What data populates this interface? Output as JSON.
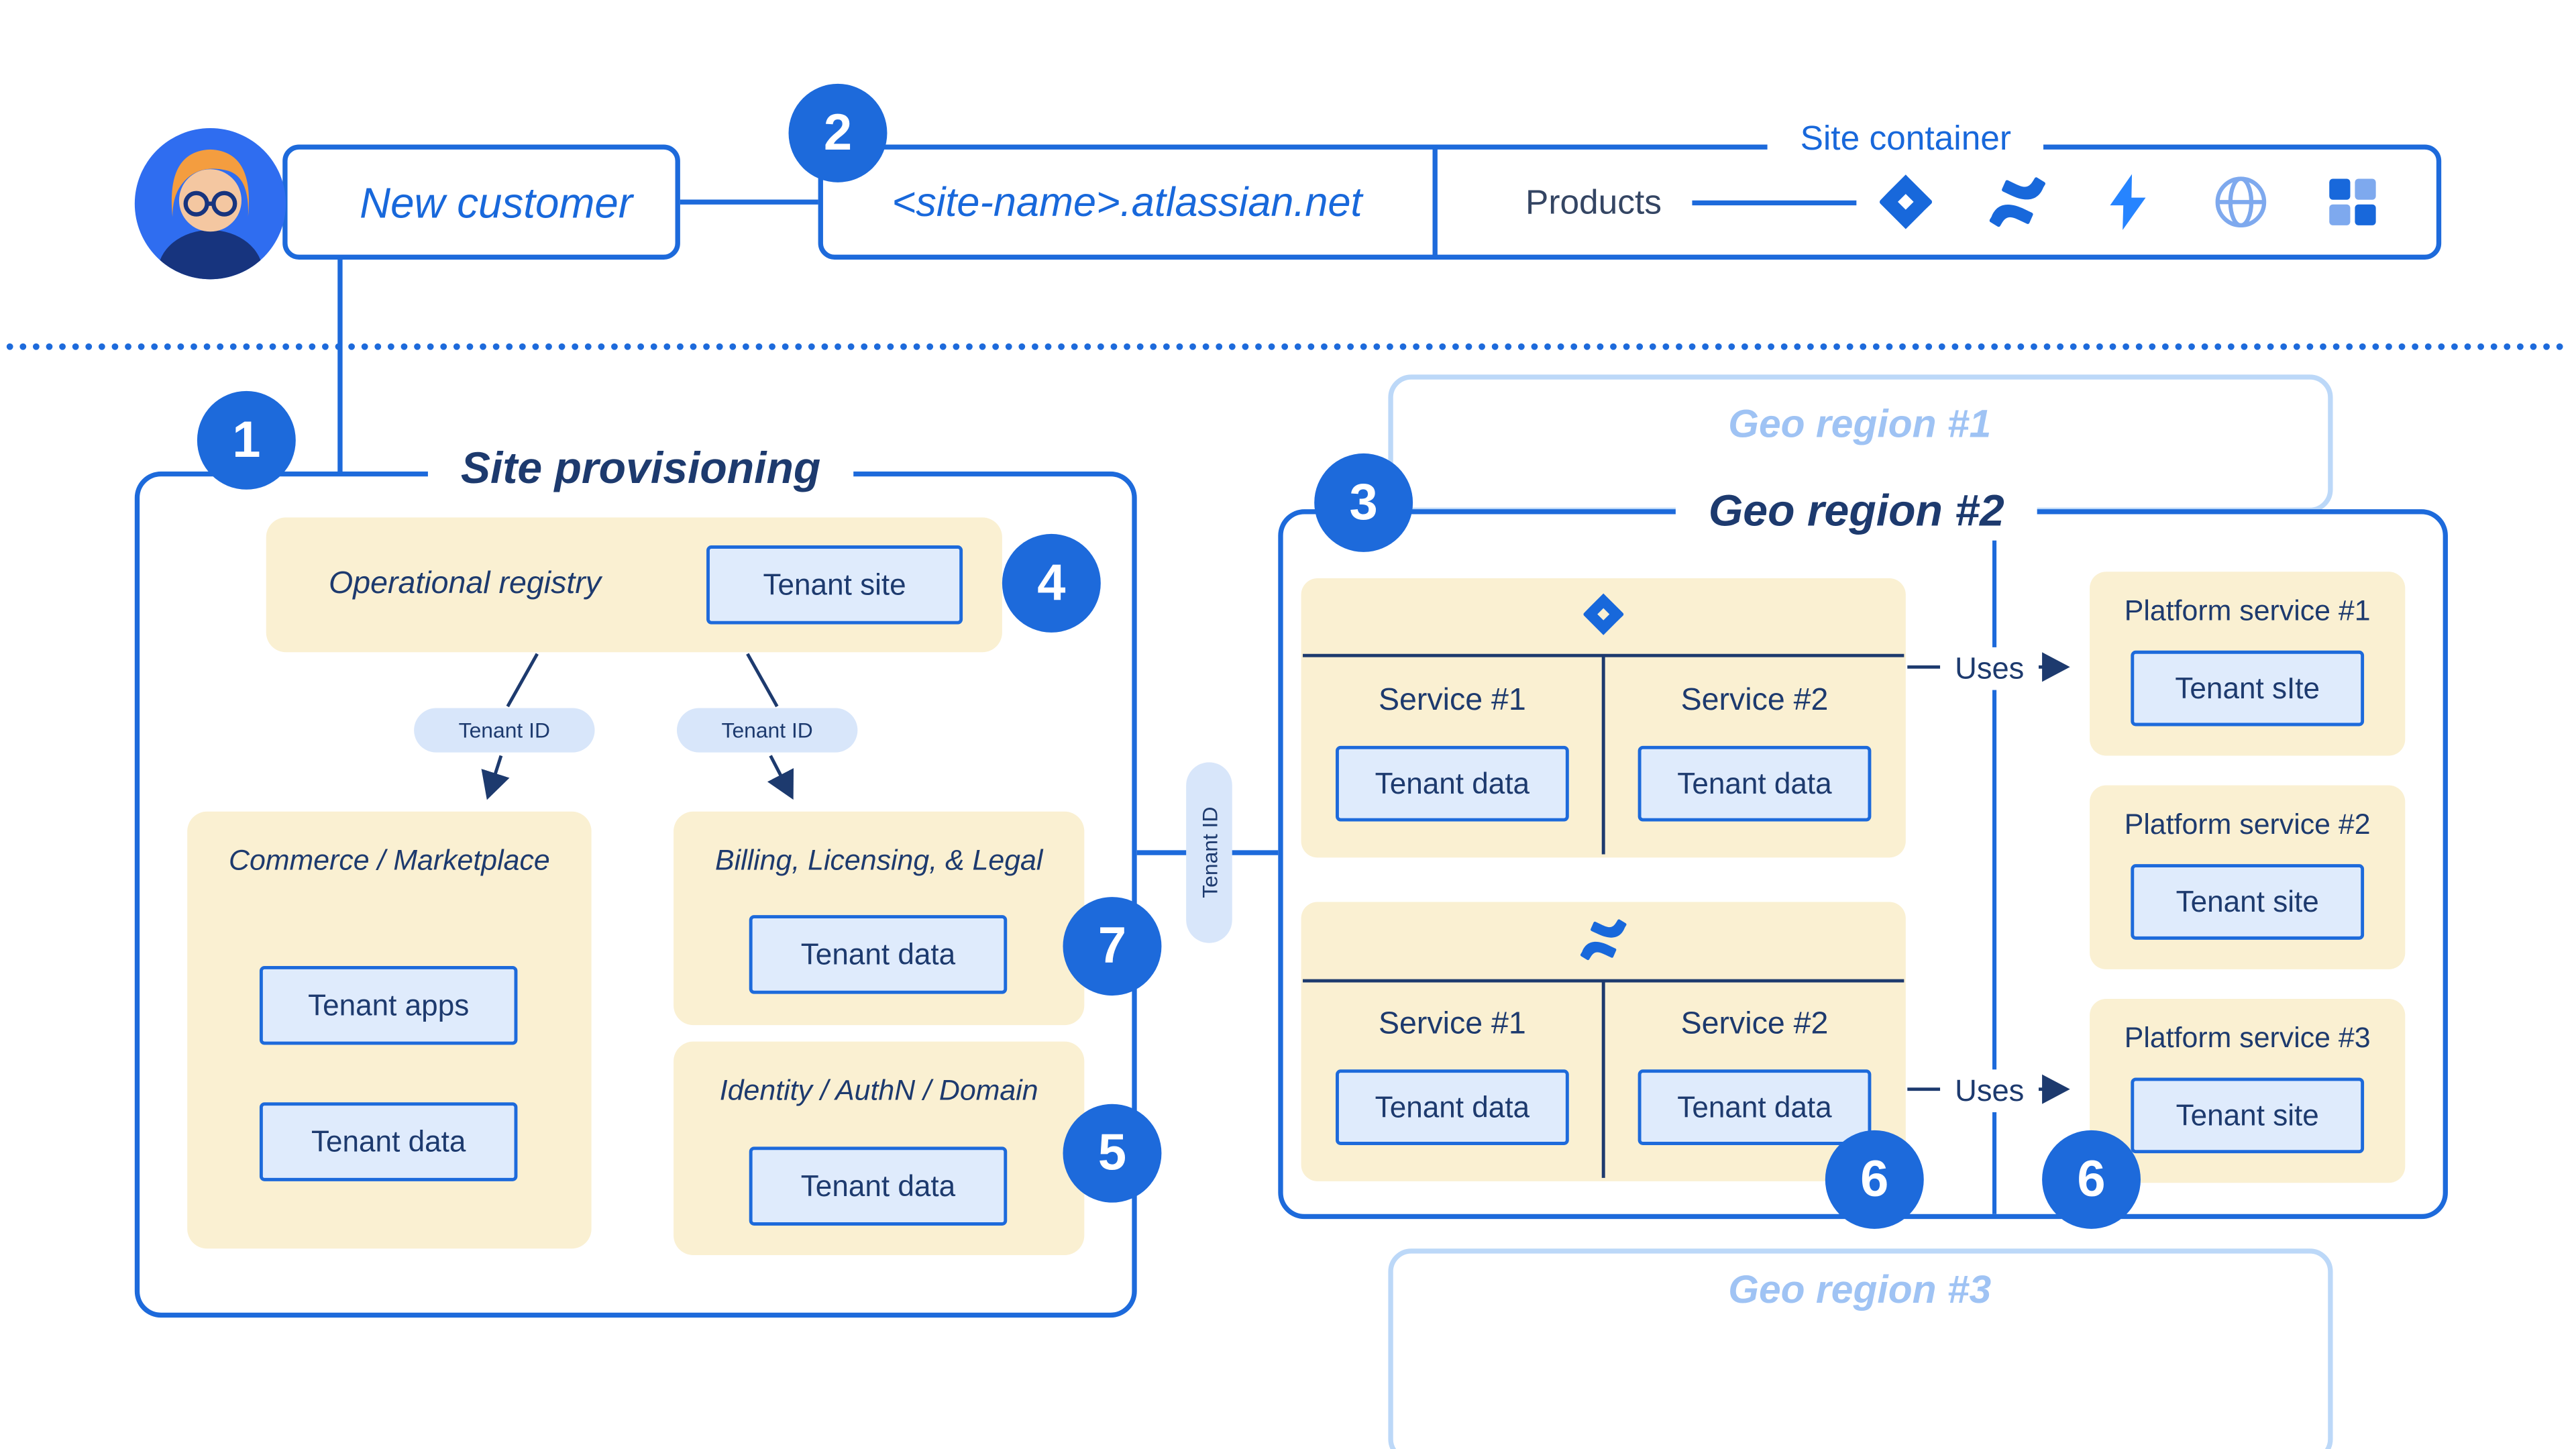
{
  "palette": {
    "accent_blue": "#1D6ADB",
    "text_blue": "#1868DB",
    "navy": "#1D3A6E",
    "cream_fill": "#FAF0D2",
    "light_blue_fill": "#DFEBFC",
    "faded_blue": "#9FC3F4"
  },
  "header": {
    "new_customer_label": "New customer",
    "site_name_label": "<site-name>.atlassian.net",
    "site_container_label": "Site container",
    "products_label": "Products",
    "product_icons": [
      "jira-icon",
      "confluence-icon",
      "bolt-icon",
      "globe-icon",
      "grid-icon"
    ]
  },
  "step_badges": {
    "one": "1",
    "two": "2",
    "three": "3",
    "four": "4",
    "five": "5",
    "six_left": "6",
    "six_right": "6",
    "seven": "7"
  },
  "site_provisioning": {
    "title": "Site provisioning",
    "operational_registry_label": "Operational registry",
    "tenant_site_label": "Tenant site",
    "tenant_id_pill_left": "Tenant ID",
    "tenant_id_pill_right": "Tenant ID",
    "commerce": {
      "title": "Commerce / Marketplace",
      "tenant_apps": "Tenant apps",
      "tenant_data": "Tenant data"
    },
    "billing": {
      "title": "Billing, Licensing, & Legal",
      "tenant_data": "Tenant data"
    },
    "identity": {
      "title": "Identity / AuthN / Domain",
      "tenant_data": "Tenant data"
    }
  },
  "connector": {
    "tenant_id_pill": "Tenant ID"
  },
  "geo_region_1": {
    "title": "Geo region #1"
  },
  "geo_region_2": {
    "title": "Geo region #2",
    "jira_block": {
      "service_1": "Service #1",
      "service_2": "Service #2",
      "tenant_data_1": "Tenant data",
      "tenant_data_2": "Tenant data"
    },
    "confluence_block": {
      "service_1": "Service #1",
      "service_2": "Service #2",
      "tenant_data_1": "Tenant data",
      "tenant_data_2": "Tenant data"
    },
    "uses_top": "Uses",
    "uses_bottom": "Uses",
    "platform_service_1": {
      "title": "Platform service #1",
      "tenant": "Tenant sIte"
    },
    "platform_service_2": {
      "title": "Platform service #2",
      "tenant": "Tenant site"
    },
    "platform_service_3": {
      "title": "Platform service #3",
      "tenant": "Tenant site"
    }
  },
  "geo_region_3": {
    "title": "Geo region #3"
  }
}
